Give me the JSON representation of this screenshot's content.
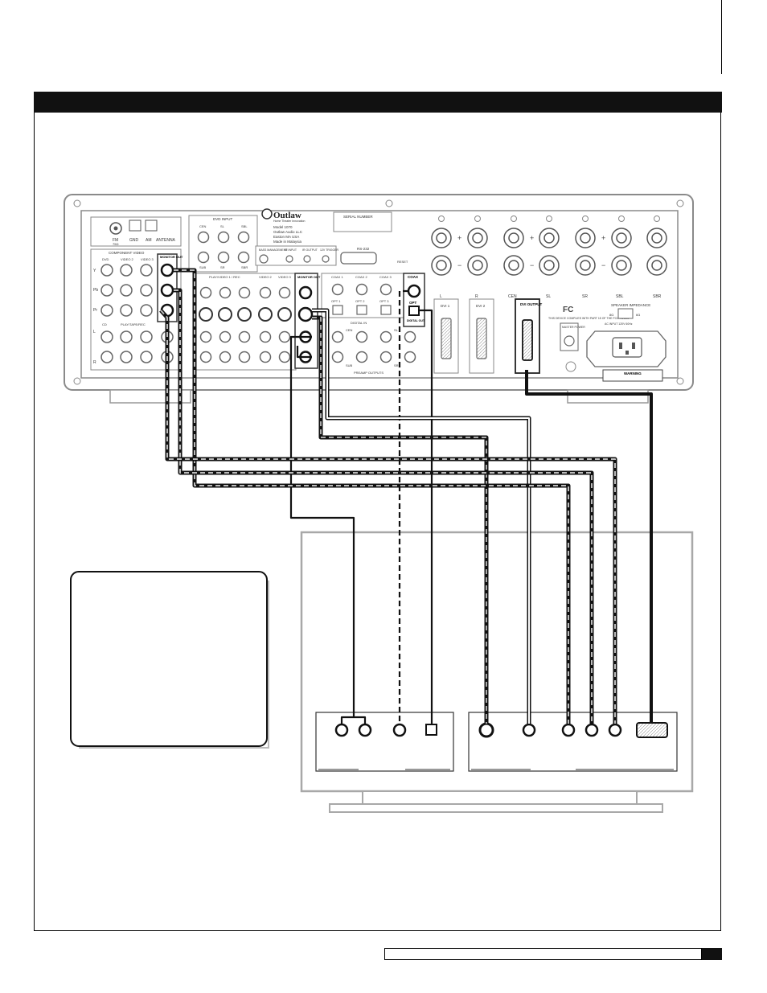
{
  "receiver": {
    "brand": "Outlaw",
    "brand_tagline": "Home Theater Innovation",
    "model_info": [
      "Model 1070",
      "Outlaw Audio LLC",
      "Easton MA USA",
      "Made in Malaysia"
    ],
    "serial_label": "SERIAL NUMBER",
    "rs232_label": "RS-232",
    "reset_label": "RESET",
    "antenna": {
      "fm_label": "FM",
      "fm_ohm": "75Ω",
      "gnd_label": "GND",
      "am_label": "AM",
      "antenna_label": "ANTENNA"
    },
    "component_video_label": "COMPONENT VIDEO",
    "component_columns": [
      "DVD",
      "VIDEO 2",
      "VIDEO 3"
    ],
    "component_rows": [
      "Y",
      "Pb",
      "Pr"
    ],
    "monitor_out_label": "MONITOR OUT",
    "audio_labels": [
      "CD",
      "PLAY/TAPE/REC"
    ],
    "lr_rows": [
      "L",
      "R"
    ],
    "dvd_input_label": "DVD INPUT",
    "dvd_channels": [
      "CEN",
      "SL",
      "SBL",
      "SUB",
      "SR",
      "SBR"
    ],
    "trigger_labels": [
      "BASS MANAGEMENT",
      "IR INPUT",
      "IR OUTPUT",
      "12V TRIGGER"
    ],
    "video_group_labels": [
      "PLAY/VIDEO 1 / REC",
      "VIDEO 2",
      "VIDEO 3"
    ],
    "monitor_out_video_label": "MONITOR OUT",
    "coax_labels": [
      "COAX 1",
      "COAX 2",
      "COAX 3"
    ],
    "opt_labels": [
      "OPT 1",
      "OPT 2",
      "OPT 3"
    ],
    "coax_out_label": "COAX",
    "opt_out_label": "OPT",
    "digital_out_label": "DIGITAL OUT",
    "digital_in_label": "DIGITAL IN",
    "preamp_outputs_label": "PREAMP OUTPUTS",
    "preamp_channels": [
      "CEN",
      "SL",
      "SUB",
      "SR"
    ],
    "speaker_labels": [
      "L",
      "R",
      "CEN",
      "SL",
      "SR",
      "SBL",
      "SBR"
    ],
    "dvi_inputs": [
      "DVI 1",
      "DVI 2"
    ],
    "dvi_output_label": "DVI OUTPUT",
    "fcc_label": "FC",
    "fcc_text": "THIS DEVICE COMPLIES WITH PART 15 OF THE FCC RULES",
    "master_power_label": "MASTER POWER",
    "speaker_impedance_label": "SPEAKER IMPEDANCE",
    "impedance_options": [
      "8Ω",
      "6Ω"
    ],
    "ac_input_label": "AC INPUT 120V 60Hz",
    "warning_label": "WARNING"
  },
  "colors": {
    "equipment_outline": "#8a8a8a",
    "cable_solid": "#111111",
    "cable_dashed_light": "#aaaaaa",
    "title_bar": "#111111"
  }
}
